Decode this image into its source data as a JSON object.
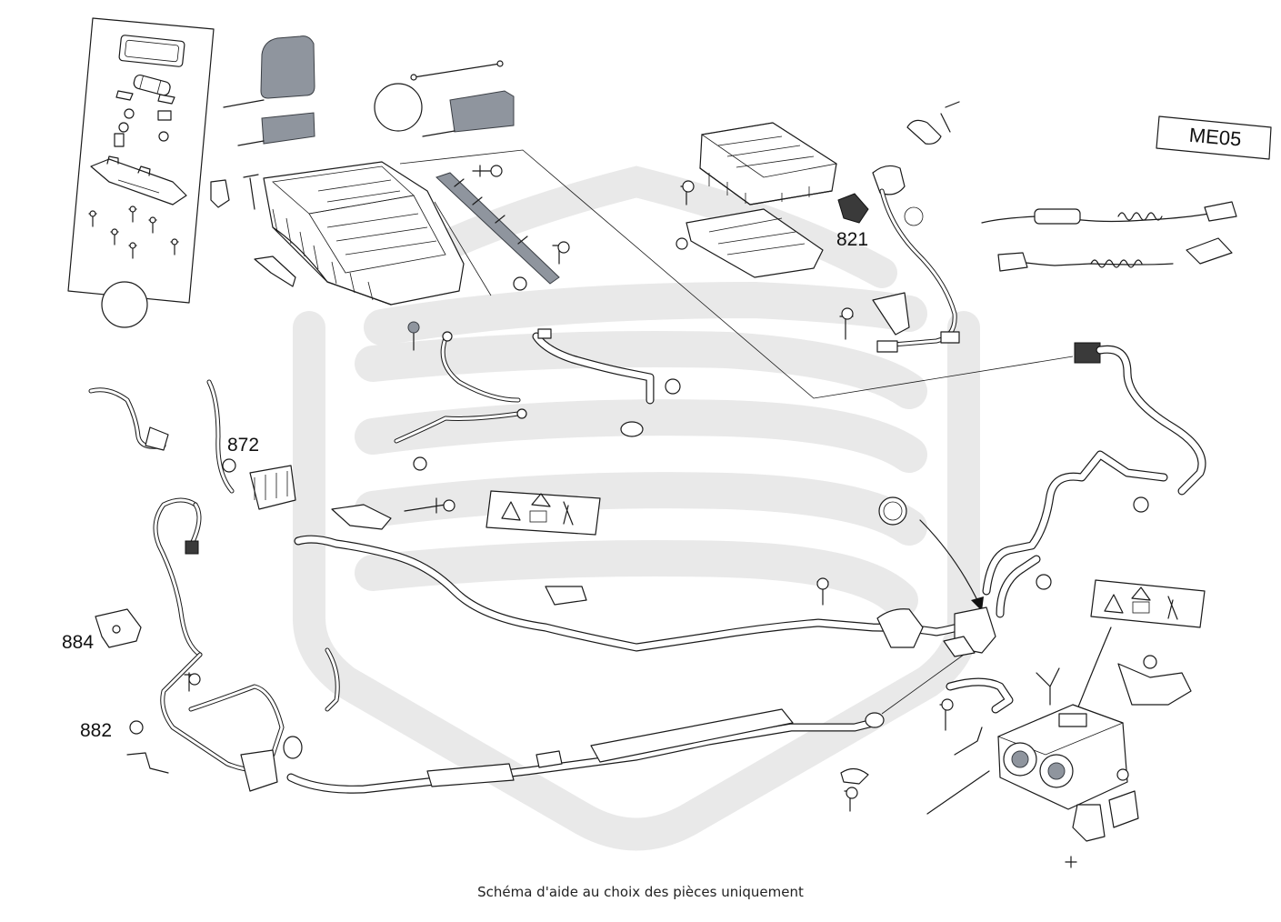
{
  "header": {
    "reference_label": "ME05"
  },
  "callouts": {
    "c821": "821",
    "c872": "872",
    "c884": "884",
    "c882": "882"
  },
  "footer": {
    "caption": "Schéma d'aide au choix des pièces uniquement"
  },
  "colors": {
    "watermark": "#e9e9e9",
    "line": "#1a1a1a",
    "part_grey": "#8f959e"
  }
}
